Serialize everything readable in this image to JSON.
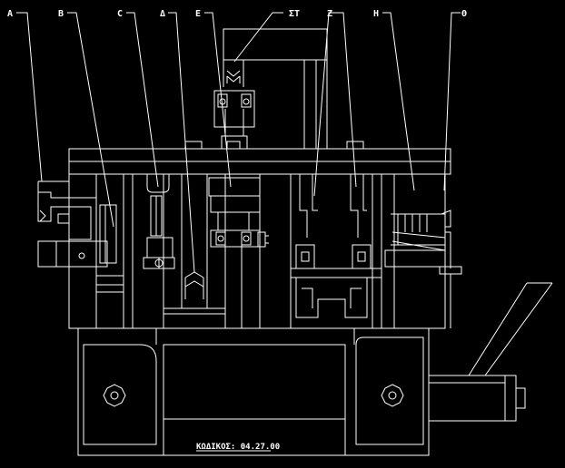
{
  "drawing": {
    "background_color": "#000000",
    "line_color": "#ffffff",
    "labels": [
      "A",
      "B",
      "C",
      "Δ",
      "E",
      "ΣΤ",
      "Z",
      "H",
      "Θ"
    ],
    "part_code": "ΚΩΔΙΚΟΣ: 04.27.00"
  }
}
